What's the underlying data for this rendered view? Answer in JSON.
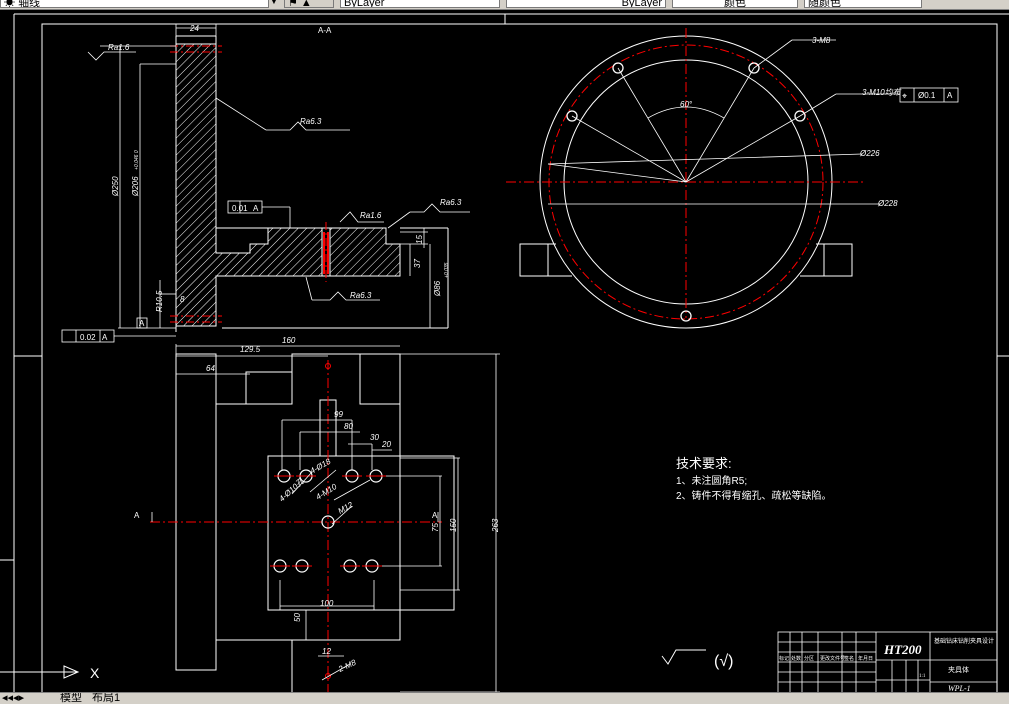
{
  "toolbar": {
    "layer_value": "轴线",
    "linetype_value": "ByLayer",
    "lineweight_value": "ByLayer",
    "plotstyle_value": "颜色",
    "extra_value": "随颜色"
  },
  "tabs": {
    "model": "模型",
    "layout1": "布局1"
  },
  "drawing": {
    "section_label": "A-A",
    "section_mark": "A",
    "datum_letter": "A",
    "roughness_ra16": "Ra1.6",
    "roughness_ra63": "Ra6.3",
    "dim_24": "24",
    "dim_d250": "Ø250",
    "dim_d206": "Ø206",
    "tol_d206": "+0.046 0",
    "dim_r10": "R10.5",
    "dim_8": "8",
    "dim_15": "15",
    "dim_37": "37",
    "dim_d86": "Ø86",
    "tol_d86": "+0.035",
    "tol_parallel": "0.01",
    "tol_flat": "0.02",
    "tol_position": "Ø0.1",
    "dim_160": "160",
    "dim_1295": "129.5",
    "dim_64": "64",
    "dim_99": "99",
    "dim_80": "80",
    "dim_30": "30",
    "dim_20": "20",
    "dim_100": "100",
    "dim_75": "75",
    "dim_150": "150",
    "dim_263": "263",
    "dim_50": "50",
    "dim_12": "12",
    "note_4d10": "4-Ø10孔",
    "note_4d18": "4-Ø18",
    "note_4m10": "4-M10",
    "note_m12": "M12",
    "note_2m8": "2-M8",
    "note_3m8": "3-M8",
    "note_3m10": "3-M10均布",
    "angle_60": "60°",
    "dim_d226": "Ø226",
    "dim_d228": "Ø228",
    "roughness_general": "(√)"
  },
  "notes": {
    "title": "技术要求:",
    "line1": "1、未注圆角R5;",
    "line2": "2、铸件不得有缩孔、疏松等缺陷。"
  },
  "title_block": {
    "material": "HT200",
    "designer": "基础钻床钻削夹具设计",
    "name": "夹具体",
    "drawing_no": "WPL-1",
    "small1": "标记",
    "small2": "处数",
    "small3": "分区",
    "small4": "更改文件号",
    "small5": "签名",
    "small6": "年月日",
    "scale": "1:1"
  },
  "ucs": {
    "x_label": "X"
  },
  "colors": {
    "line": "#ffffff",
    "center": "#ff0000",
    "background": "#000000"
  }
}
